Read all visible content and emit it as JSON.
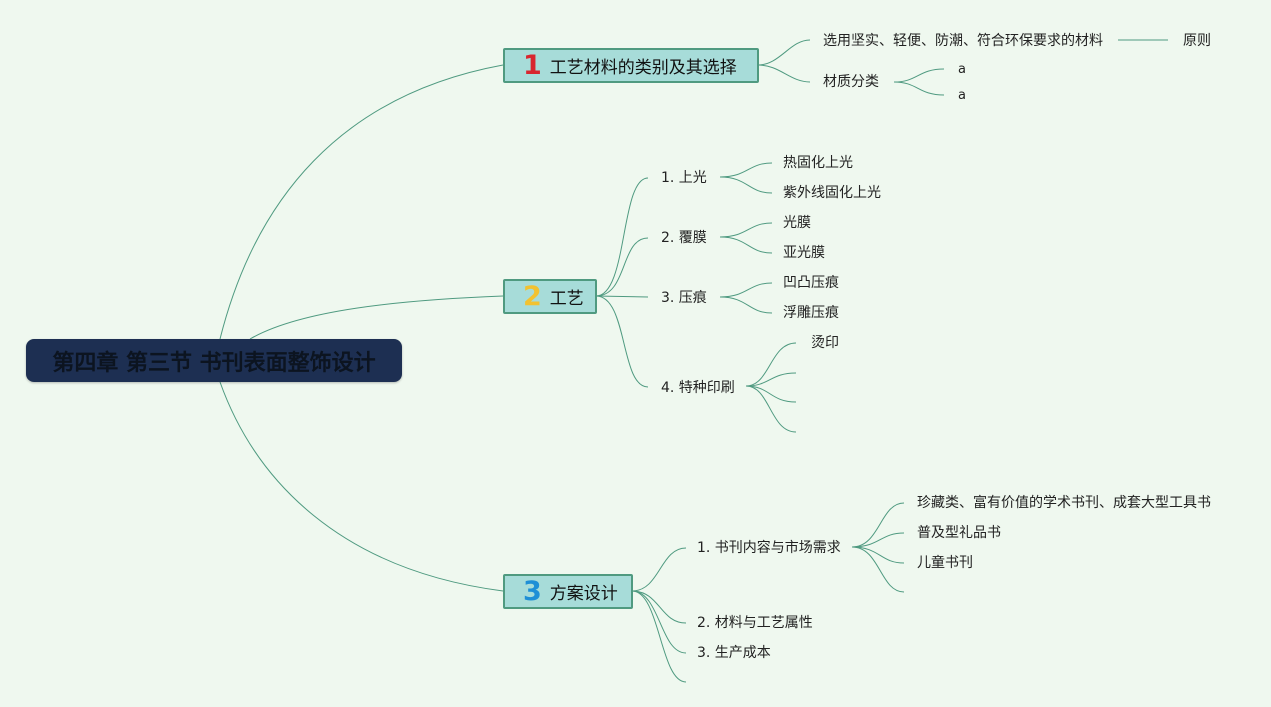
{
  "root": {
    "title": "第四章 第三节 书刊表面整饰设计"
  },
  "branches": {
    "b1": {
      "num": "1",
      "num_color": "#d8262f",
      "label": "工艺材料的类别及其选择",
      "c1": "选用坚实、轻便、防潮、符合环保要求的材料",
      "c1_note": "原则",
      "c2": "材质分类",
      "c2_items": [
        "a",
        "a"
      ]
    },
    "b2": {
      "num": "2",
      "num_color": "#f2c230",
      "label": "工艺",
      "items": [
        {
          "label": "1. 上光",
          "children": [
            "热固化上光",
            "紫外线固化上光"
          ]
        },
        {
          "label": "2. 覆膜",
          "children": [
            "光膜",
            "亚光膜"
          ]
        },
        {
          "label": "3. 压痕",
          "children": [
            "凹凸压痕",
            "浮雕压痕"
          ]
        },
        {
          "label": "4. 特种印刷",
          "children": [
            "烫印",
            "",
            "",
            ""
          ]
        }
      ]
    },
    "b3": {
      "num": "3",
      "num_color": "#1e8fd6",
      "label": "方案设计",
      "items": [
        {
          "label": "1. 书刊内容与市场需求",
          "children": [
            "珍藏类、富有价值的学术书刊、成套大型工具书",
            "普及型礼品书",
            "儿童书刊",
            ""
          ]
        },
        {
          "label": "2. 材料与工艺属性"
        },
        {
          "label": "3. 生产成本"
        }
      ]
    }
  }
}
